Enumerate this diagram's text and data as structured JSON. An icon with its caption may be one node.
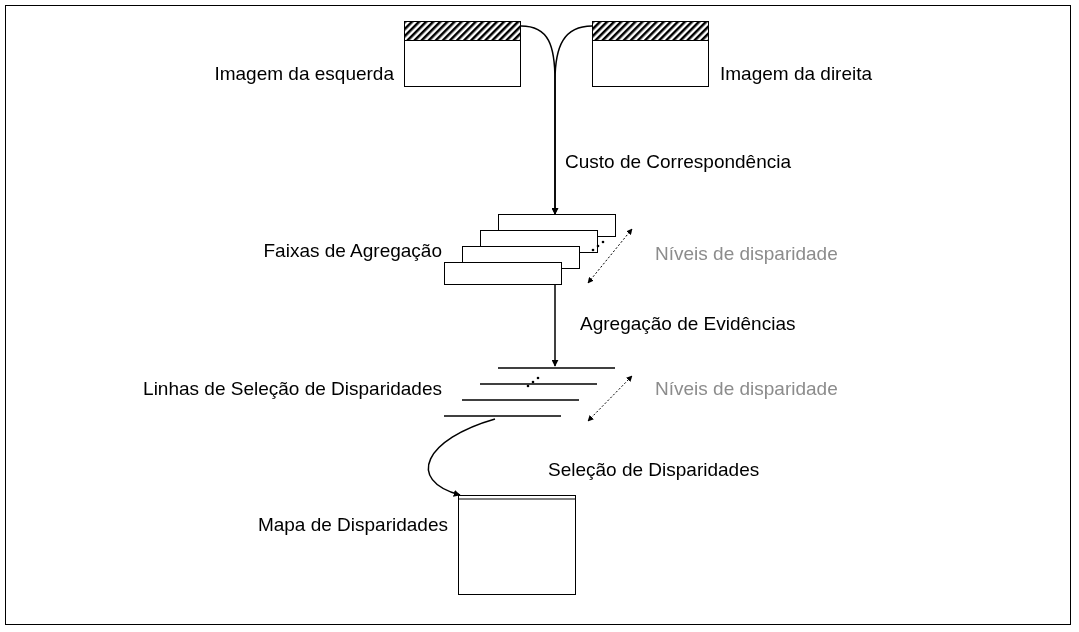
{
  "diagram": {
    "nodes": [
      {
        "text": [
          "Imagem da esquerda"
        ]
      },
      {
        "text": [
          "Imagem da direita"
        ]
      },
      {
        "text": [
          "Faixas de Agregação"
        ]
      },
      {
        "text": [
          "Linhas de Seleção de Disparidades"
        ]
      },
      {
        "text": [
          "Mapa de Disparidades"
        ]
      }
    ],
    "edges": [
      {
        "from": 0,
        "to": 2,
        "arrow": "to",
        "label": "Custo de Correspondência"
      },
      {
        "from": 1,
        "to": 2,
        "arrow": "to"
      },
      {
        "from": 2,
        "to": 3,
        "arrow": "to",
        "label": "Agregação de Evidências"
      },
      {
        "from": 3,
        "to": 4,
        "arrow": "to",
        "label": "Seleção de Disparidades"
      }
    ],
    "labels": [
      "Níveis de disparidade",
      "Níveis de disparidade"
    ]
  }
}
